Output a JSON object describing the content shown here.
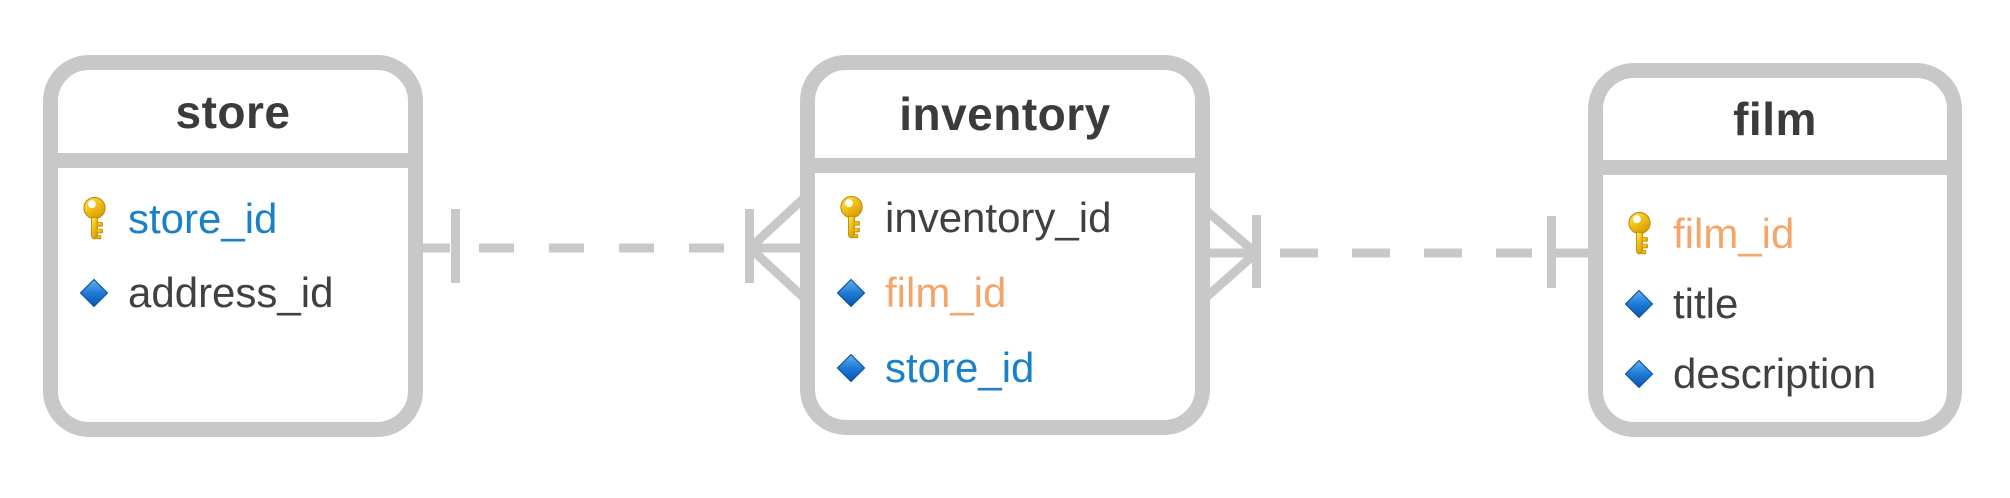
{
  "diagram": {
    "type": "entity-relationship",
    "notation": "crow-foot",
    "tables": [
      {
        "name": "store",
        "fields": [
          {
            "name": "store_id",
            "icon": "key-icon",
            "role": "primary-key",
            "text_color": "blue"
          },
          {
            "name": "address_id",
            "icon": "diamond-icon",
            "role": "column",
            "text_color": "plain"
          }
        ]
      },
      {
        "name": "inventory",
        "fields": [
          {
            "name": "inventory_id",
            "icon": "key-icon",
            "role": "primary-key",
            "text_color": "plain"
          },
          {
            "name": "film_id",
            "icon": "diamond-icon",
            "role": "foreign-key",
            "text_color": "orange"
          },
          {
            "name": "store_id",
            "icon": "diamond-icon",
            "role": "foreign-key",
            "text_color": "blue"
          }
        ]
      },
      {
        "name": "film",
        "fields": [
          {
            "name": "film_id",
            "icon": "key-icon",
            "role": "primary-key",
            "text_color": "orange"
          },
          {
            "name": "title",
            "icon": "diamond-icon",
            "role": "column",
            "text_color": "plain"
          },
          {
            "name": "description",
            "icon": "diamond-icon",
            "role": "column",
            "text_color": "plain"
          }
        ]
      }
    ],
    "relationships": [
      {
        "from": "store",
        "to": "inventory",
        "from_cardinality": "one",
        "to_cardinality": "many",
        "line_style": "dashed"
      },
      {
        "from": "inventory",
        "to": "film",
        "from_cardinality": "many",
        "to_cardinality": "one",
        "line_style": "dashed"
      }
    ],
    "colors": {
      "background": "#ffffff",
      "border_gray": "#c8c8c8",
      "title_text": "#3b3b3b",
      "field_text": "#404040",
      "fk_blue": "#1a80c8",
      "fk_orange": "#f4a569",
      "key_gold": "#f5c518",
      "diamond_blue": "#1e7bd4"
    }
  }
}
